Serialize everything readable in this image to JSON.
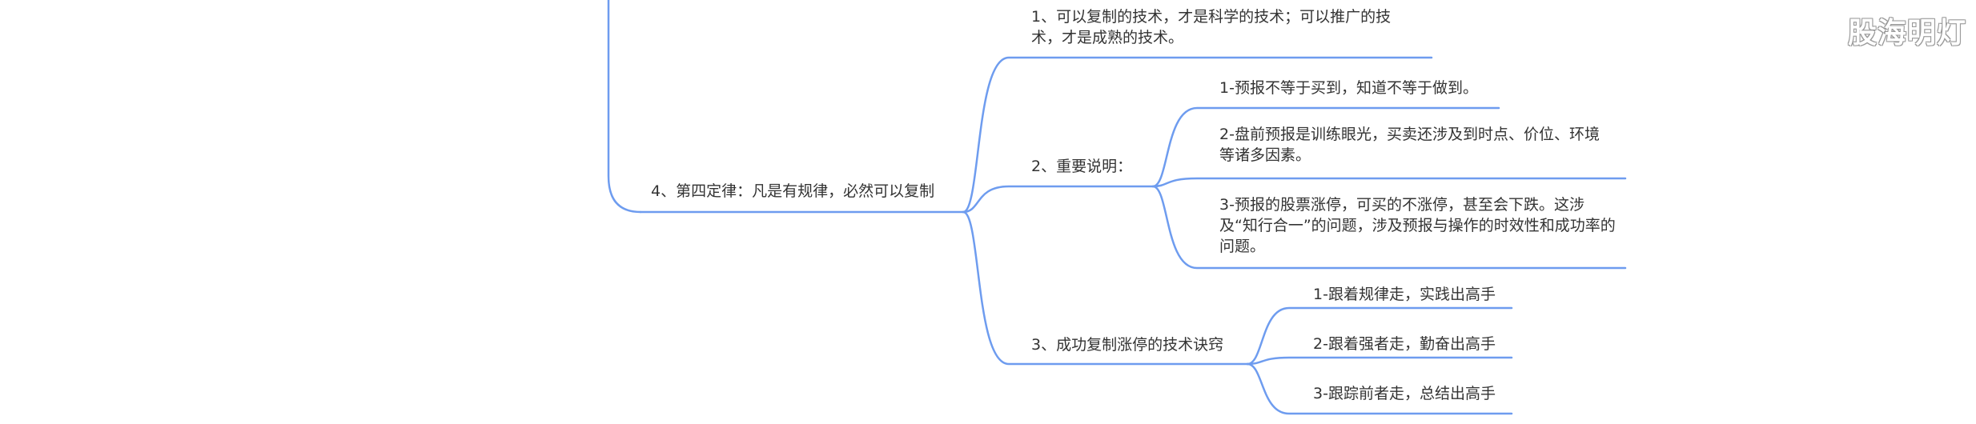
{
  "root": {
    "label": "4、第四定律：凡是有规律，必然可以复制"
  },
  "branches": [
    {
      "label": "1、可以复制的技术，才是科学的技术；可以推广的技术，才是成熟的技术。"
    },
    {
      "label": "2、重要说明：",
      "children": [
        {
          "label": "1-预报不等于买到，知道不等于做到。"
        },
        {
          "label": "2-盘前预报是训练眼光，买卖还涉及到时点、价位、环境等诸多因素。"
        },
        {
          "label": "3-预报的股票涨停，可买的不涨停，甚至会下跌。这涉及“知行合一”的问题，涉及预报与操作的时效性和成功率的问题。"
        }
      ]
    },
    {
      "label": "3、成功复制涨停的技术诀窍",
      "children": [
        {
          "label": "1-跟着规律走，实践出高手"
        },
        {
          "label": "2-跟着强者走，勤奋出高手"
        },
        {
          "label": "3-跟踪前者走，总结出高手"
        }
      ]
    }
  ],
  "watermark": "股海明灯",
  "colors": {
    "edge": "#6e9cef",
    "text": "#333333"
  }
}
